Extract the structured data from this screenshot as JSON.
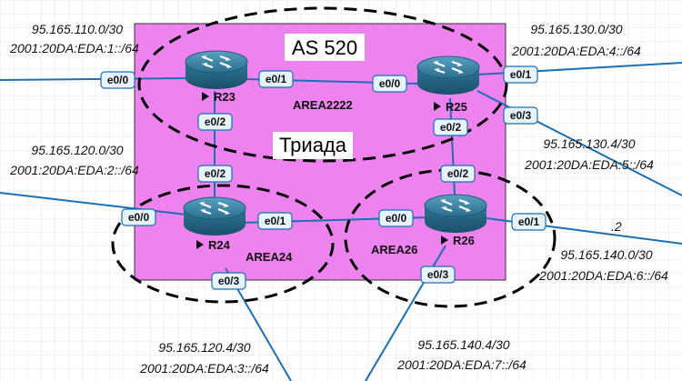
{
  "as_label": "AS 520",
  "zone_label": "Триада",
  "areas": {
    "a2222": "AREA2222",
    "a24": "AREA24",
    "a26": "AREA26"
  },
  "routers": {
    "r23": "R23",
    "r24": "R24",
    "r25": "R25",
    "r26": "R26"
  },
  "interfaces": {
    "r23_e00": "e0/0",
    "r23_e01": "e0/1",
    "r23_e02": "e0/2",
    "r25_e00": "e0/0",
    "r25_e01": "e0/1",
    "r25_e02": "e0/2",
    "r25_e03": "e0/3",
    "r24_e00": "e0/0",
    "r24_e01": "e0/1",
    "r24_e03": "e0/3",
    "r26_e00": "e0/0",
    "r26_e01": "e0/1",
    "r26_e03": "e0/3"
  },
  "networks": {
    "n1_v4": "95.165.110.0/30",
    "n1_v6": "2001:20DA:EDA:1::/64",
    "n2_v4": "95.165.120.0/30",
    "n2_v6": "2001:20DA:EDA:2::/64",
    "n3_v4": "95.165.120.4/30",
    "n3_v6": "2001:20DA:EDA:3::/64",
    "n4_v4": "95.165.130.0/30",
    "n4_v6": "2001:20DA:EDA:4::/64",
    "n5_v4": "95.165.130.4/30",
    "n5_v6": "2001:20DA:EDA:5::/64",
    "n6_v4": "95.165.140.0/30",
    "n6_v6": "2001:20DA:EDA:6::/64",
    "n7_v4": "95.165.140.4/30",
    "n7_v6": "2001:20DA:EDA:7::/64"
  },
  "host_label": ".2",
  "colors": {
    "as_fill": "#ee82ee",
    "link": "#1a6fb5",
    "router": "#2a6f8f",
    "label_fill": "#e6f3fb"
  }
}
